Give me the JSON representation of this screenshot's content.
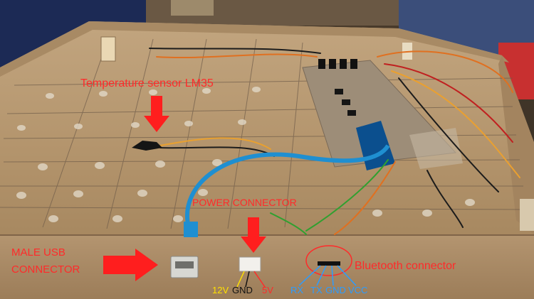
{
  "photo": {
    "subject": "wiring board with microcontroller",
    "colors": {
      "board": "#b89a73",
      "board_edge": "#a2835e",
      "annotation": "#ff2a2a",
      "bluetooth_pins": "#2b9cff",
      "pin_12v": "#ffe000",
      "usb_cable": "#1f8fd1"
    }
  },
  "annotations": {
    "temperature_sensor": "Temperature sensor LM35",
    "power_connector": "POWER CONNECTOR",
    "male_usb_line1": "MALE USB",
    "male_usb_line2": "CONNECTOR",
    "bluetooth_connector": "Bluetooth connector"
  },
  "power_pins": [
    "12V",
    "GND",
    "5V"
  ],
  "bluetooth_pins": [
    "RX",
    "TX",
    "GND",
    "VCC"
  ]
}
